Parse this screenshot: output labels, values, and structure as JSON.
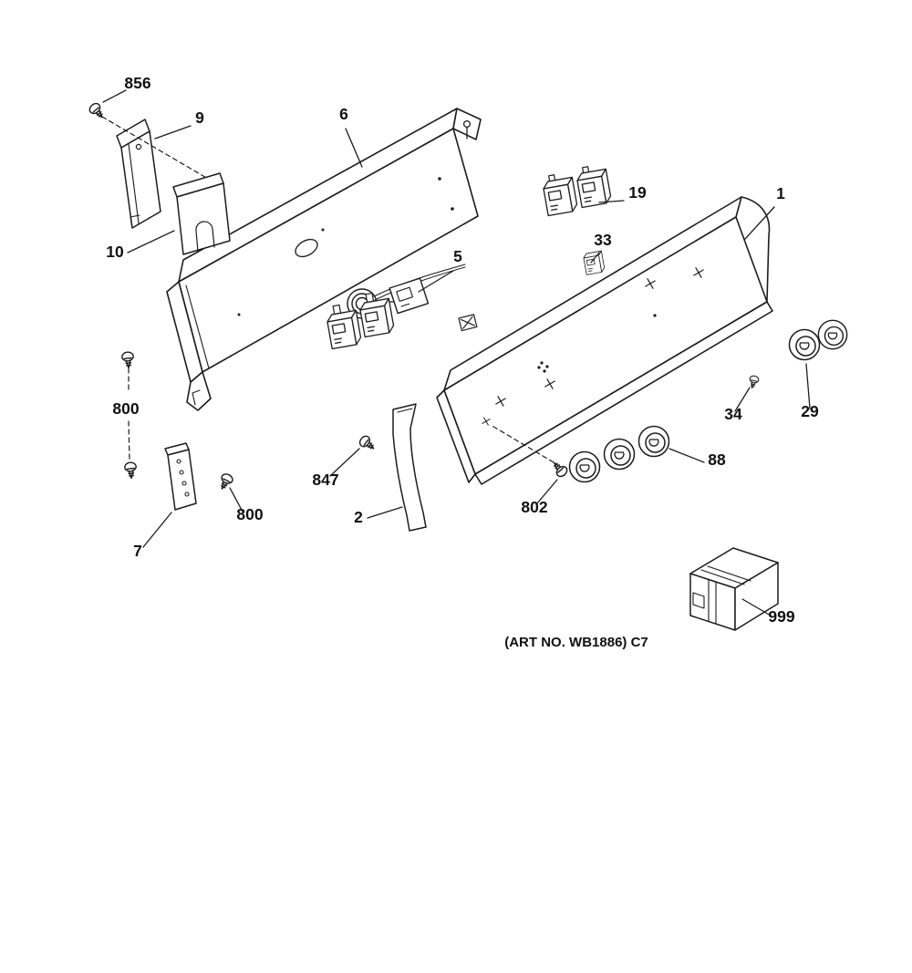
{
  "colors": {
    "ink": "#1c1c1c",
    "paper": "#ffffff"
  },
  "caption": "(ART NO. WB1886) C7",
  "labels": {
    "n1": "1",
    "n2": "2",
    "n5": "5",
    "n6": "6",
    "n7": "7",
    "n9": "9",
    "n10": "10",
    "n19": "19",
    "n29": "29",
    "n33": "33",
    "n34": "34",
    "n88": "88",
    "n800a": "800",
    "n800b": "800",
    "n802": "802",
    "n847": "847",
    "n856": "856",
    "n999": "999"
  }
}
